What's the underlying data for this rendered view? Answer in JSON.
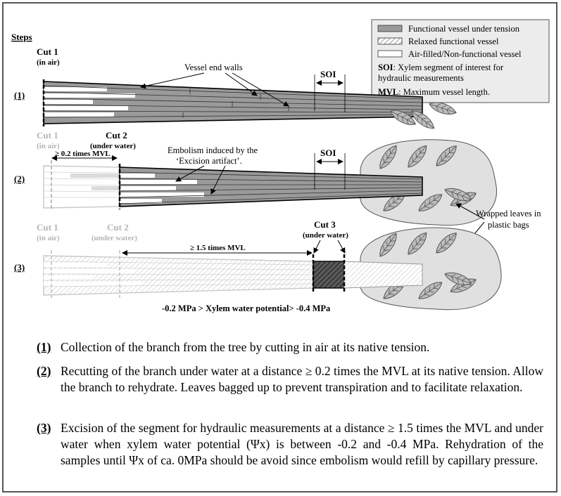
{
  "steps_title": "Steps",
  "legend": {
    "items": [
      {
        "label": "Functional vessel under tension",
        "fill": "#9a9a9a"
      },
      {
        "label": "Relaxed functional vessel",
        "fill": "hatch"
      },
      {
        "label": "Air-filled/Non-functional vessel",
        "fill": "#ffffff"
      }
    ],
    "soi_abbr": "SOI",
    "soi_def": ": Xylem segment of interest for",
    "soi_def2": "hydraulic measurements",
    "mvl_abbr": "MVL",
    "mvl_def": ": Maximum vessel length."
  },
  "panel1": {
    "step": "(1)",
    "cut1": "Cut 1",
    "cut1_sub": "(in air)",
    "vessel_end_walls": "Vessel end walls",
    "soi": "SOI"
  },
  "panel2": {
    "step": "(2)",
    "cut1": "Cut 1",
    "cut1_sub": "(in air)",
    "cut2": "Cut 2",
    "cut2_sub": "(under water)",
    "dist": "≥ 0.2 times MVL",
    "embolism_1": "Embolism induced by the",
    "embolism_2": "‘Excision artifact’.",
    "soi": "SOI",
    "wrapped_1": "Wrapped leaves in",
    "wrapped_2": "plastic bags"
  },
  "panel3": {
    "step": "(3)",
    "cut1": "Cut 1",
    "cut1_sub": "(in air)",
    "cut2": "Cut 2",
    "cut2_sub": "(under water)",
    "cut3": "Cut 3",
    "cut3_sub": "(under water)",
    "dist": "≥ 1.5 times MVL",
    "potential": "-0.2 MPa > Xylem water potential> -0.4 MPa"
  },
  "captions": [
    {
      "num": "(1)",
      "text": "Collection of the branch from the tree by cutting in air at its native tension."
    },
    {
      "num": "(2)",
      "text": "Recutting of the branch under water at a distance ≥ 0.2 times the MVL at its native tension. Allow the branch to rehydrate. Leaves bagged up to prevent transpiration and to facilitate relaxation."
    },
    {
      "num": "(3)",
      "text": "Excision of the segment for hydraulic measurements at a distance ≥ 1.5 times the MVL and under water when xylem water potential (Ψx) is between -0.2 and -0.4 MPa. Rehydration of the samples until Ψx of ca. 0MPa should be avoid since embolism would refill by capillary pressure."
    }
  ],
  "colors": {
    "tension": "#9a9a9a",
    "faded": "#c8c8c8",
    "border": "#555555"
  }
}
